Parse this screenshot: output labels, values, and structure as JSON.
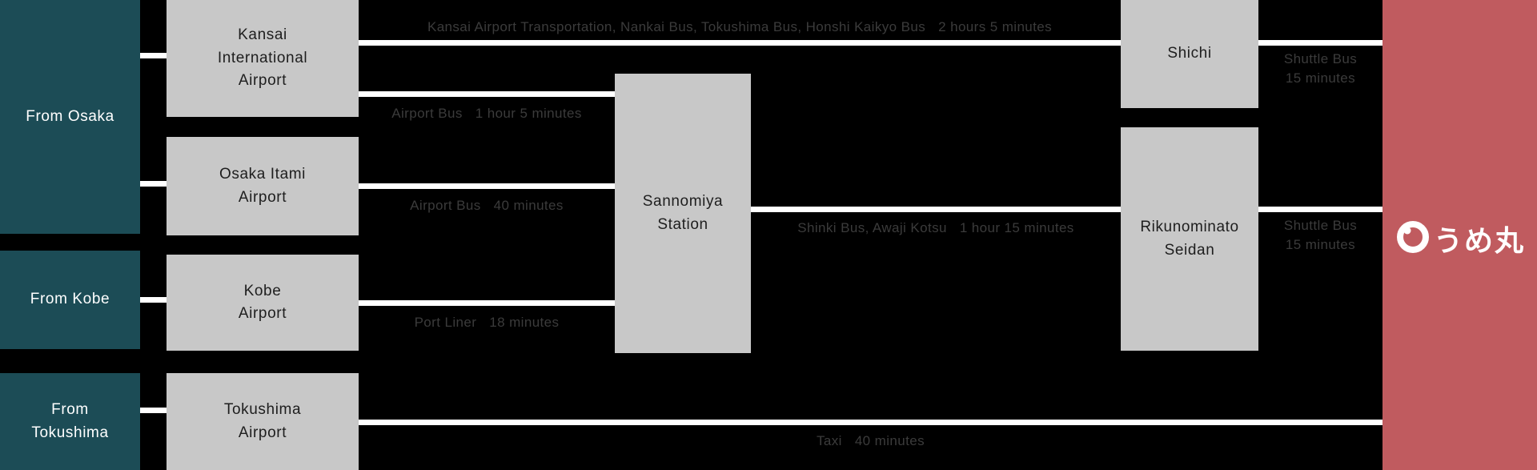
{
  "colors": {
    "background": "#000000",
    "origin_box": "#1c4c56",
    "station_box": "#c8c8c8",
    "destination_box": "#c05b5f",
    "connector_line": "#ffffff",
    "route_text": "#3b3b3b",
    "station_text": "#1e1e1e",
    "origin_text": "#ffffff"
  },
  "origins": [
    {
      "label": "From Osaka"
    },
    {
      "label": "From Kobe"
    },
    {
      "label": "From\nTokushima"
    }
  ],
  "stations": [
    {
      "label": "Kansai\nInternational\nAirport"
    },
    {
      "label": "Osaka Itami\nAirport"
    },
    {
      "label": "Kobe\nAirport"
    },
    {
      "label": "Tokushima\nAirport"
    },
    {
      "label": "Sannomiya\nStation"
    },
    {
      "label": "Shichi"
    },
    {
      "label": "Rikunominato\nSeidan"
    }
  ],
  "routes": [
    {
      "label": "Kansai Airport Transportation, Nankai Bus, Tokushima Bus, Honshi Kaikyo Bus",
      "duration": "2 hours 5 minutes"
    },
    {
      "label": "Airport Bus",
      "duration": "1 hour 5 minutes"
    },
    {
      "label": "Airport Bus",
      "duration": "40 minutes"
    },
    {
      "label": "Shinki Bus, Awaji Kotsu",
      "duration": "1 hour 15 minutes"
    },
    {
      "label": "Port Liner",
      "duration": "18 minutes"
    },
    {
      "label": "Taxi",
      "duration": "40 minutes"
    },
    {
      "label": "Shuttle Bus",
      "duration": "15 minutes"
    },
    {
      "label": "Shuttle Bus",
      "duration": "15 minutes"
    }
  ],
  "destination": {
    "logo_text": "うめ丸"
  }
}
